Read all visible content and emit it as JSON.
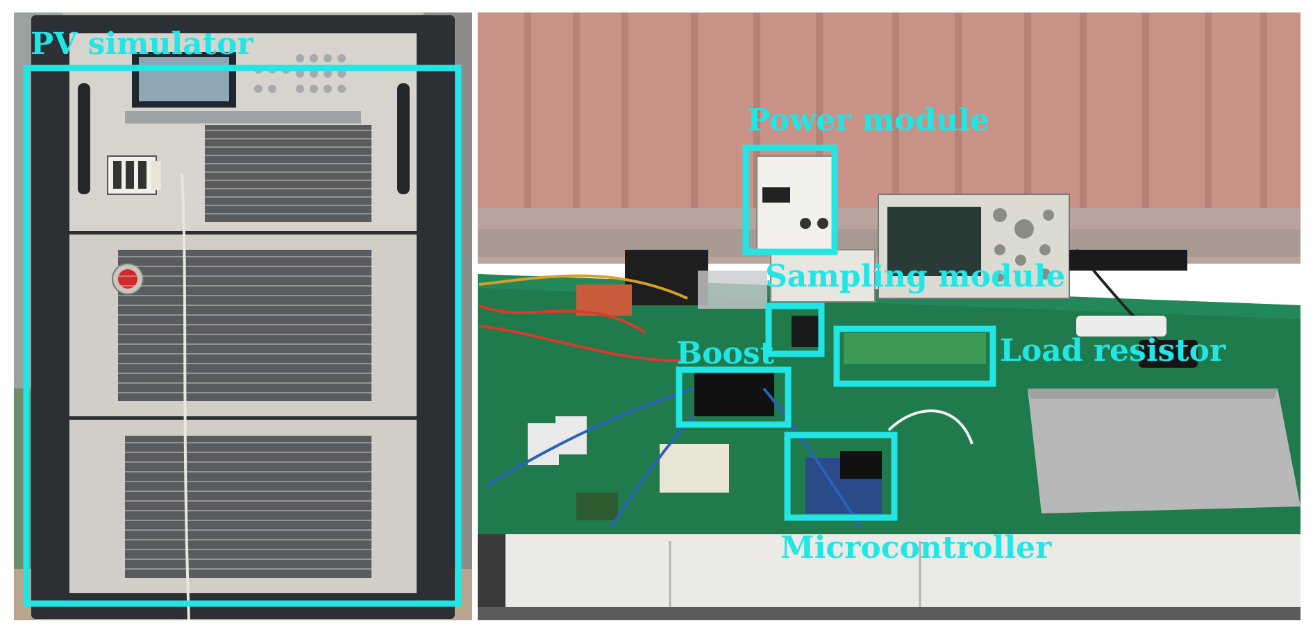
{
  "accent_color": "#22e6e6",
  "photo_left": {
    "subject": "PV simulator cabinet"
  },
  "photo_right": {
    "subject": "lab bench experimental setup"
  },
  "annotations": [
    {
      "id": "pv-simulator",
      "label": "PV simulator"
    },
    {
      "id": "power-module",
      "label": "Power module"
    },
    {
      "id": "sampling-module",
      "label": "Sampling module"
    },
    {
      "id": "boost",
      "label": "Boost"
    },
    {
      "id": "load-resistor",
      "label": "Load resistor"
    },
    {
      "id": "microcontroller",
      "label": "Microcontroller"
    }
  ]
}
